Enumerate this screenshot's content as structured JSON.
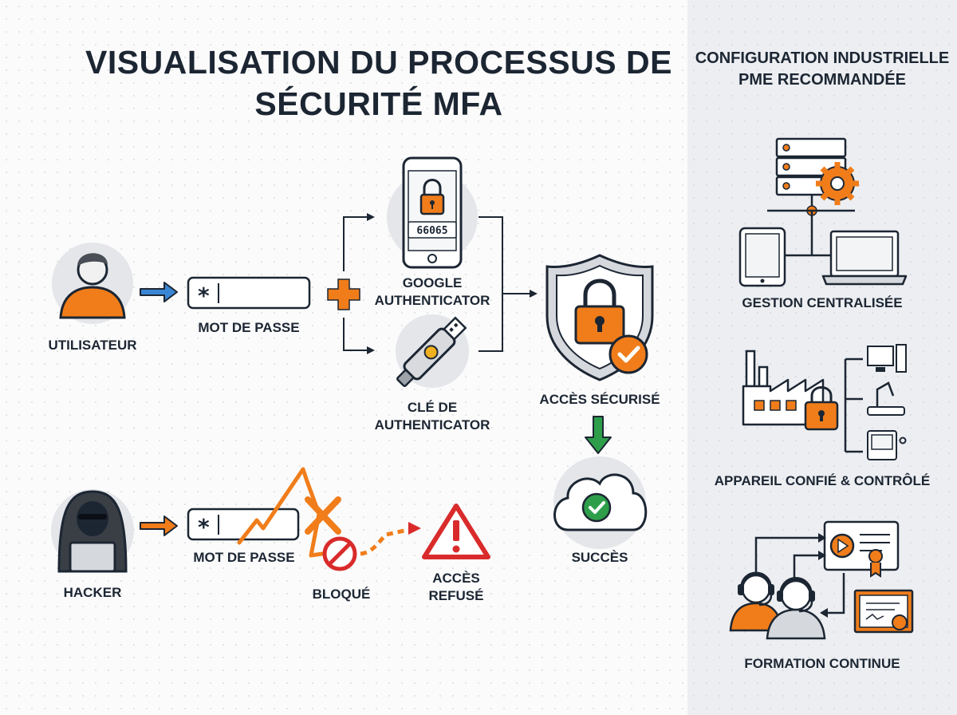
{
  "title": "VISUALISATION DU PROCESSUS DE SÉCURITÉ MFA",
  "flow": {
    "user_label": "UTILISATEUR",
    "password_label": "MOT DE PASSE",
    "password_mask": "*",
    "google_auth_label": "GOOGLE AUTHENTICATOR",
    "otp_code": "66065",
    "key_label": "CLÉ DE AUTHENTICATOR",
    "secure_access_label": "ACCÈS SÉCURISÉ",
    "success_label": "SUCCÈS",
    "hacker_label": "HACKER",
    "hacker_password_label": "MOT DE PASSE",
    "blocked_label": "BLOQUÉ",
    "denied_label": "ACCÈS REFUSÉ"
  },
  "sidebar": {
    "title": "CONFIGURATION INDUSTRIELLE PME RECOMMANDÉE",
    "items": [
      {
        "label": "GESTION CENTRALISÉE",
        "icon": "server-devices-icon"
      },
      {
        "label": "APPAREIL CONFIÉ & CONTRÔLÉ",
        "icon": "factory-lock-icon"
      },
      {
        "label": "FORMATION CONTINUE",
        "icon": "training-icon"
      }
    ]
  },
  "colors": {
    "orange": "#f07d1a",
    "navy": "#1c2633",
    "blue_arrow": "#3a86d4",
    "green": "#2e9e4a",
    "red": "#d92b2b",
    "side_bg": "#eceef1"
  }
}
